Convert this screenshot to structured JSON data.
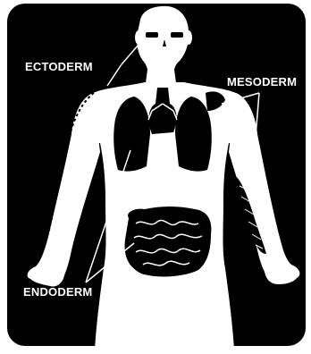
{
  "labels": {
    "ectoderm": "ECTODERM",
    "mesoderm": "MESODERM",
    "endoderm": "ENDODERM"
  },
  "colors": {
    "background": "#000000",
    "body": "#ffffff",
    "organs": "#000000",
    "label_text": "#ffffff",
    "leader_lines": "#ffffff",
    "frame": "#ffffff"
  }
}
